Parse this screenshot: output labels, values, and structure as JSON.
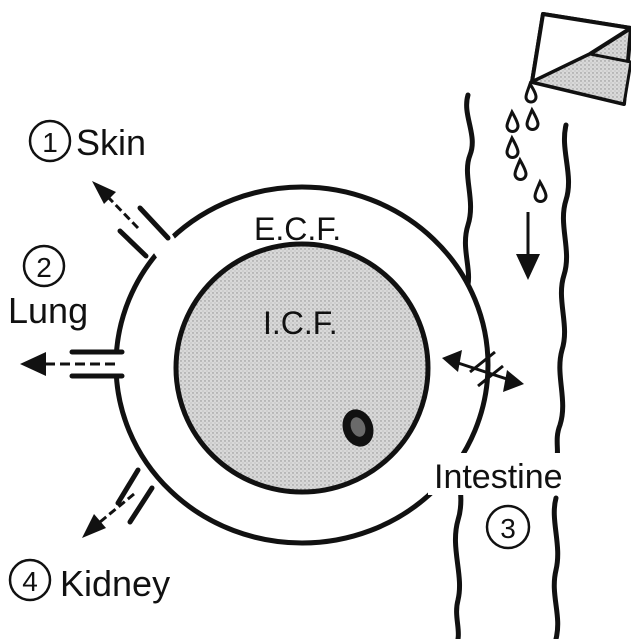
{
  "colors": {
    "ink": "#111111",
    "fill": "#d6d6d6",
    "background": "#ffffff"
  },
  "compartments": {
    "outer_label": "E.C.F.",
    "inner_label": "I.C.F."
  },
  "routes": {
    "skin": {
      "number": "1",
      "label": "Skin"
    },
    "lung": {
      "number": "2",
      "label": "Lung"
    },
    "intestine": {
      "number": "3",
      "label": "Intestine"
    },
    "kidney": {
      "number": "4",
      "label": "Kidney"
    }
  },
  "icons": [
    "pouring-cup-icon",
    "water-drop-icon",
    "exchange-arrow-icon",
    "nucleus-icon"
  ]
}
